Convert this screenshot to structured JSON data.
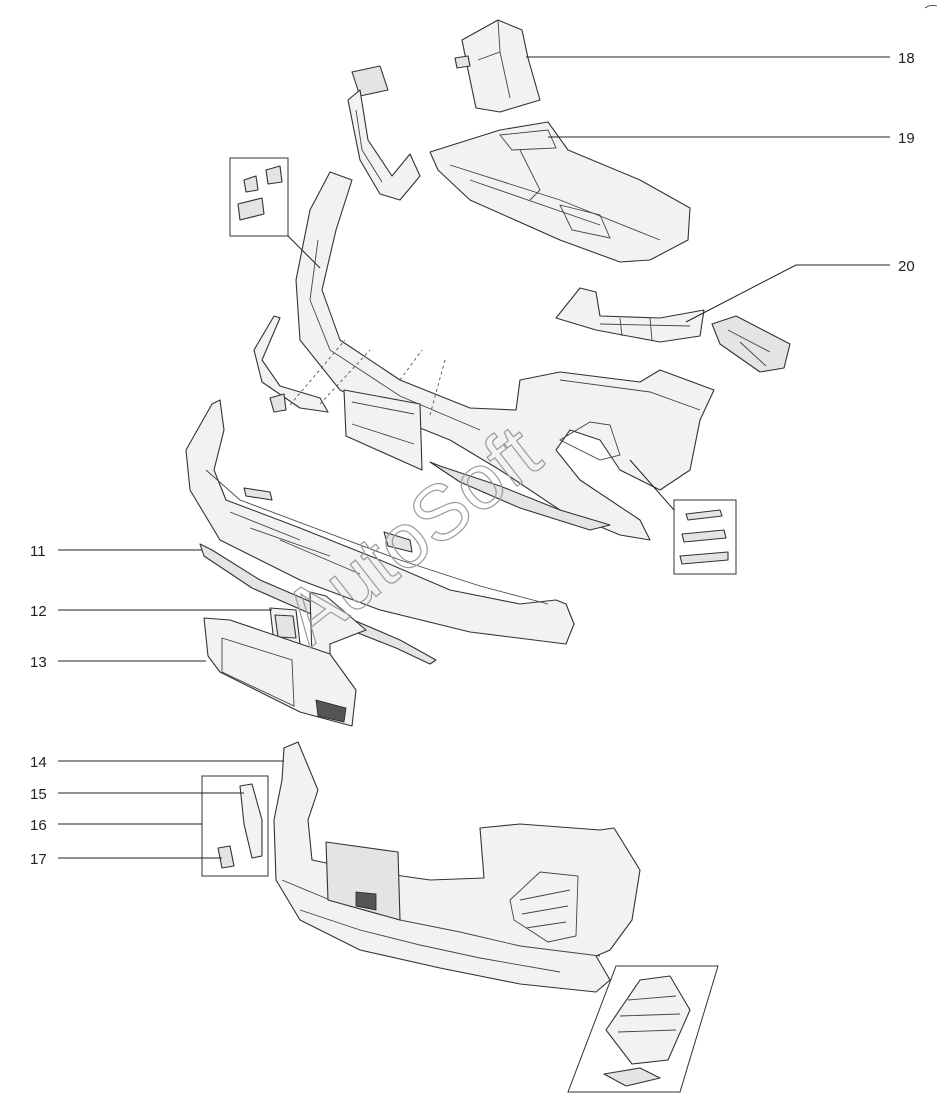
{
  "watermark": "AutoSoft",
  "callouts": [
    {
      "id": "c11",
      "label": "11"
    },
    {
      "id": "c12",
      "label": "12"
    },
    {
      "id": "c13",
      "label": "13"
    },
    {
      "id": "c14",
      "label": "14"
    },
    {
      "id": "c15",
      "label": "15"
    },
    {
      "id": "c16",
      "label": "16"
    },
    {
      "id": "c17",
      "label": "17"
    },
    {
      "id": "c18",
      "label": "18"
    },
    {
      "id": "c19",
      "label": "19"
    },
    {
      "id": "c20",
      "label": "20"
    }
  ],
  "colors": {
    "line": "#333333",
    "fill": "#f2f2f2",
    "watermark": "#9a9a9a"
  }
}
